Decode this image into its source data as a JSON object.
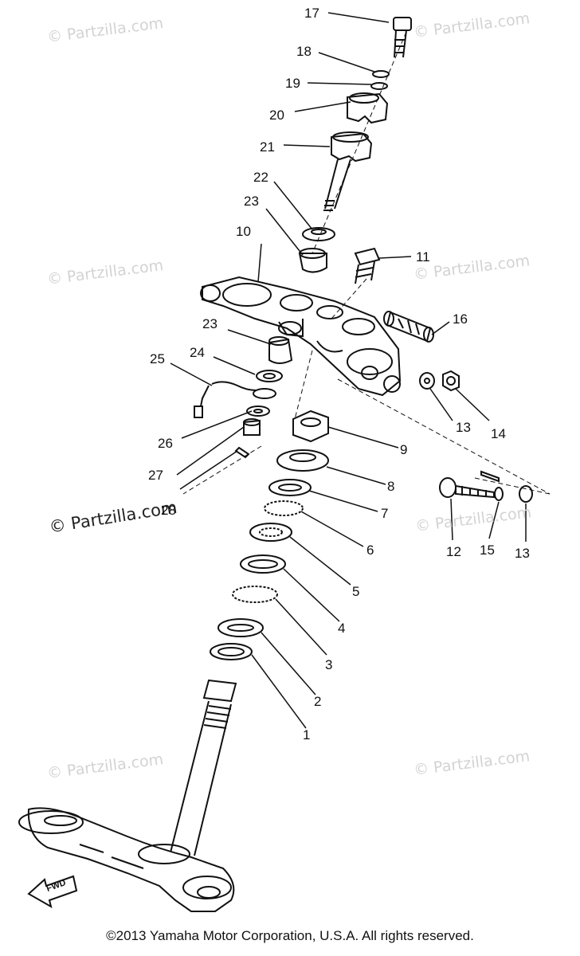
{
  "diagram": {
    "callouts": {
      "n1": "1",
      "n2": "2",
      "n3": "3",
      "n4": "4",
      "n5": "5",
      "n6": "6",
      "n7": "7",
      "n8": "8",
      "n9": "9",
      "n10": "10",
      "n11": "11",
      "n12": "12",
      "n13a": "13",
      "n13b": "13",
      "n14": "14",
      "n15": "15",
      "n16": "16",
      "n17": "17",
      "n18": "18",
      "n19": "19",
      "n20": "20",
      "n21": "21",
      "n22": "22",
      "n23a": "23",
      "n23b": "23",
      "n24": "24",
      "n25": "25",
      "n26": "26",
      "n27": "27",
      "n28": "28"
    },
    "fwd_label": "FWD"
  },
  "watermarks": {
    "text": "© Partzilla.com",
    "prominent": "© Partzilla.com"
  },
  "footer": {
    "copyright": "©2013 Yamaha Motor Corporation, U.S.A. All rights reserved."
  }
}
